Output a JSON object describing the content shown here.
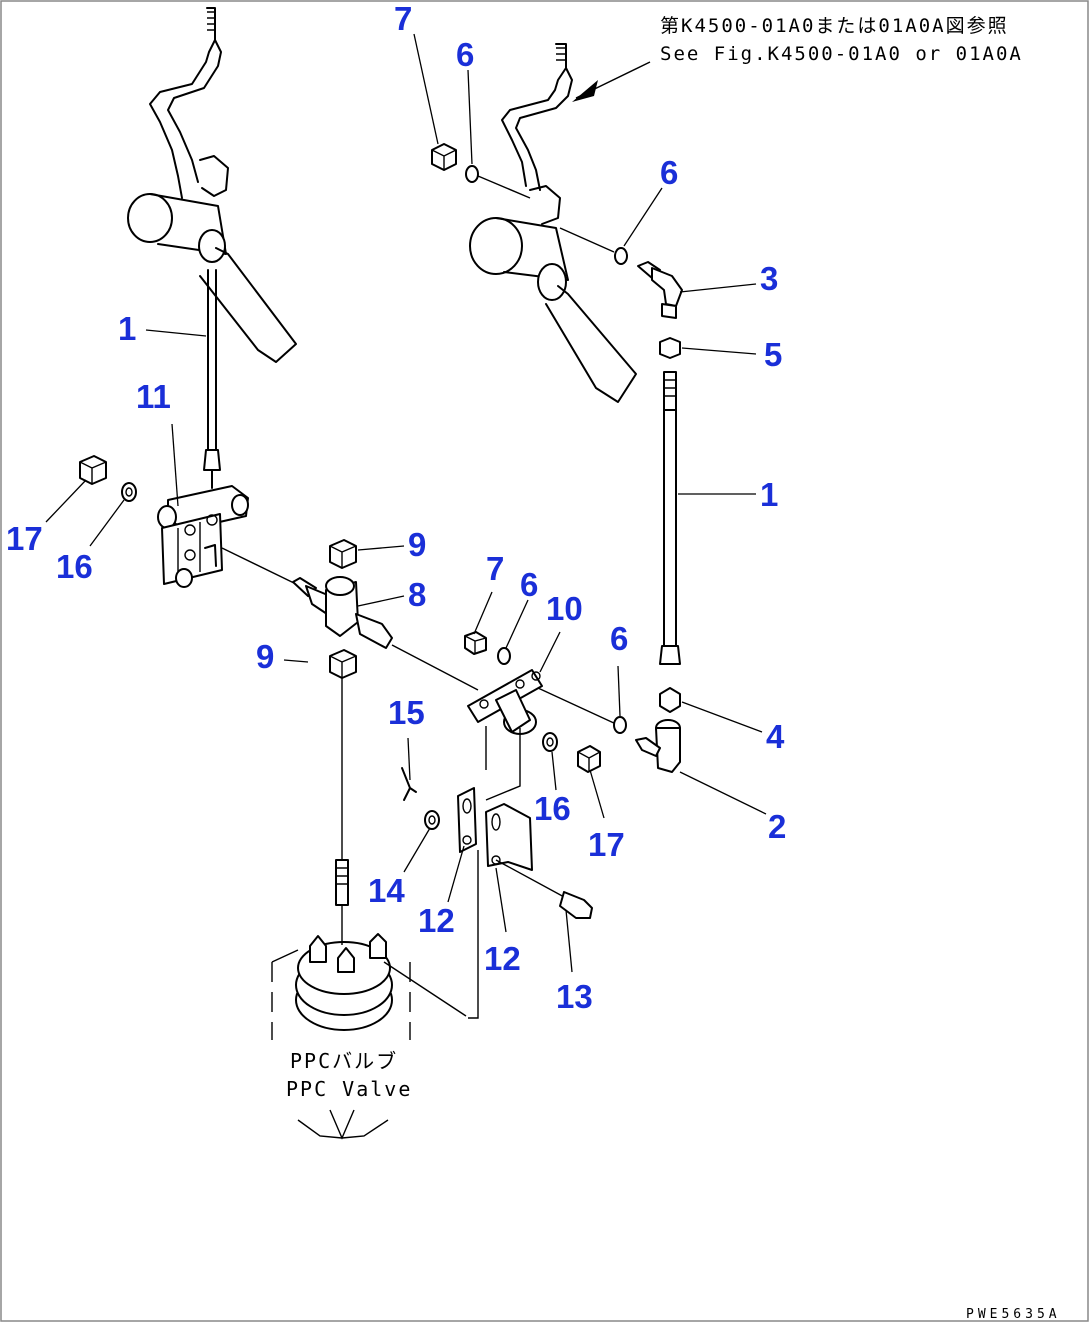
{
  "reference_note": {
    "line1": "第K4500-01A0または01A0A図参照",
    "line2": "See Fig.K4500-01A0 or 01A0A"
  },
  "valve_label": {
    "line1": "PPCバルブ",
    "line2": "PPC Valve"
  },
  "drawing_code": "PWE5635A",
  "part_callouts": [
    {
      "id": "callout-7-top",
      "number": "7"
    },
    {
      "id": "callout-6-top",
      "number": "6"
    },
    {
      "id": "callout-6-upper-right",
      "number": "6"
    },
    {
      "id": "callout-3",
      "number": "3"
    },
    {
      "id": "callout-5",
      "number": "5"
    },
    {
      "id": "callout-1-left",
      "number": "1"
    },
    {
      "id": "callout-11",
      "number": "11"
    },
    {
      "id": "callout-1-right",
      "number": "1"
    },
    {
      "id": "callout-17-left",
      "number": "17"
    },
    {
      "id": "callout-16-left",
      "number": "16"
    },
    {
      "id": "callout-9-upper",
      "number": "9"
    },
    {
      "id": "callout-8",
      "number": "8"
    },
    {
      "id": "callout-7-mid",
      "number": "7"
    },
    {
      "id": "callout-6-mid",
      "number": "6"
    },
    {
      "id": "callout-10",
      "number": "10"
    },
    {
      "id": "callout-6-mid-right",
      "number": "6"
    },
    {
      "id": "callout-9-lower",
      "number": "9"
    },
    {
      "id": "callout-15",
      "number": "15"
    },
    {
      "id": "callout-4",
      "number": "4"
    },
    {
      "id": "callout-16-mid",
      "number": "16"
    },
    {
      "id": "callout-17-mid",
      "number": "17"
    },
    {
      "id": "callout-2",
      "number": "2"
    },
    {
      "id": "callout-14",
      "number": "14"
    },
    {
      "id": "callout-12-left",
      "number": "12"
    },
    {
      "id": "callout-12-right",
      "number": "12"
    },
    {
      "id": "callout-13",
      "number": "13"
    }
  ]
}
